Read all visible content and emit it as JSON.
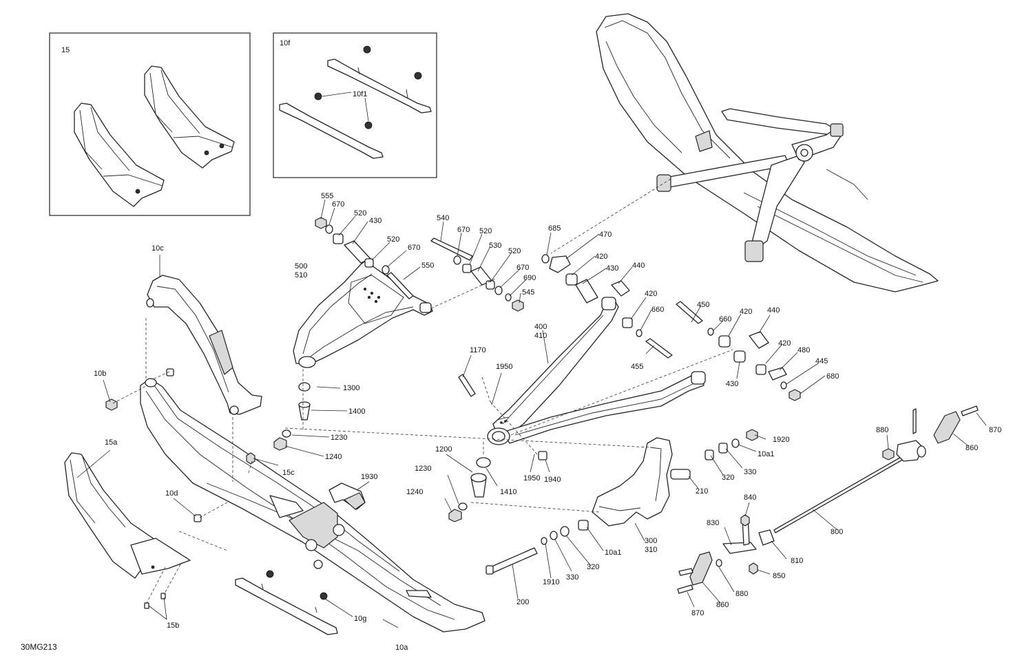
{
  "diagram": {
    "code": "30MG213",
    "inset_labels": [
      "15",
      "10f"
    ],
    "callouts": [
      "555",
      "670",
      "520",
      "430",
      "520",
      "670",
      "550",
      "540",
      "670",
      "520",
      "530",
      "520",
      "670",
      "690",
      "545",
      "685",
      "470",
      "420",
      "430",
      "440",
      "420",
      "660",
      "450",
      "660",
      "420",
      "440",
      "420",
      "480",
      "445",
      "680",
      "455",
      "430",
      "500",
      "510",
      "1170",
      "1950",
      "400",
      "410",
      "1300",
      "1400",
      "1230",
      "1240",
      "1200",
      "1230",
      "1240",
      "1410",
      "1950",
      "1940",
      "10c",
      "10b",
      "15a",
      "15c",
      "1930",
      "10d",
      "15b",
      "10g",
      "10a",
      "10f1",
      "1920",
      "10a1",
      "320",
      "330",
      "210",
      "300",
      "310",
      "10a1",
      "320",
      "330",
      "1910",
      "200",
      "880",
      "870",
      "860",
      "800",
      "840",
      "830",
      "810",
      "850",
      "880",
      "860",
      "870"
    ]
  }
}
